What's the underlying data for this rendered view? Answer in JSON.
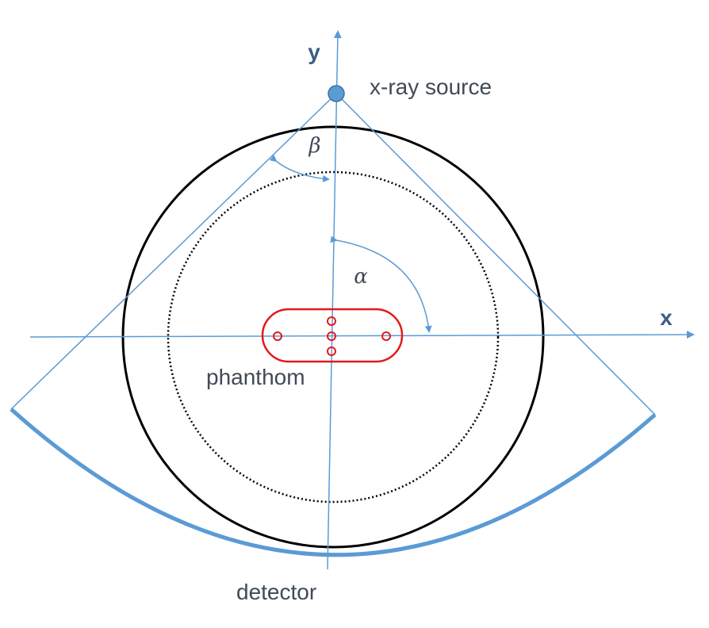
{
  "labels": {
    "x_axis": "x",
    "y_axis": "y",
    "source": "x-ray source",
    "beta": "β",
    "alpha": "α",
    "phantom": "phanthom",
    "detector": "detector"
  },
  "colors": {
    "ray_lines": "#5b9bd5",
    "detector_arc": "#5b9bd5",
    "source_fill": "#5b9bd5",
    "source_stroke": "#41719c",
    "gantry_circle": "#000000",
    "fov_circle": "#000000",
    "phantom": "#e31a1c",
    "text": "#404a57",
    "axis_letters": "#3d5d86"
  }
}
